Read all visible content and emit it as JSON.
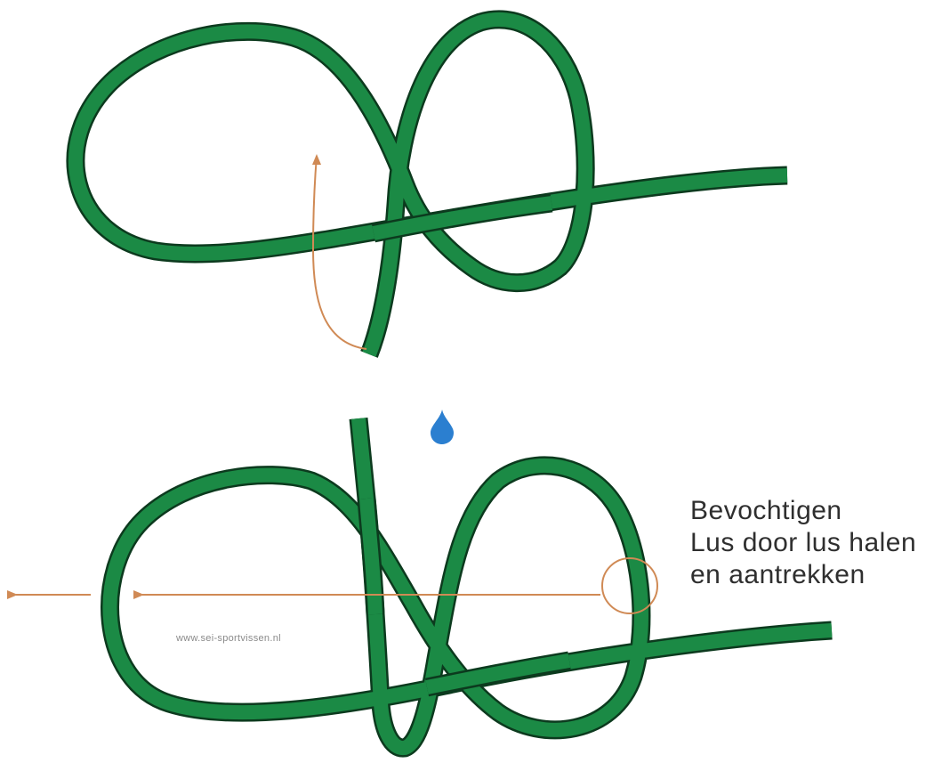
{
  "instructions": {
    "line1": "Bevochtigen",
    "line2": "Lus door lus halen",
    "line3": "en aantrekken"
  },
  "watermark": "www.sei-sportvissen.nl",
  "colors": {
    "rope": "#1b8a45",
    "rope_outline": "#0c3a1e",
    "arrow": "#d08a55",
    "water_drop": "#2b7fd0",
    "text": "#2f2f2f"
  },
  "icons": [
    "water-drop-icon"
  ]
}
